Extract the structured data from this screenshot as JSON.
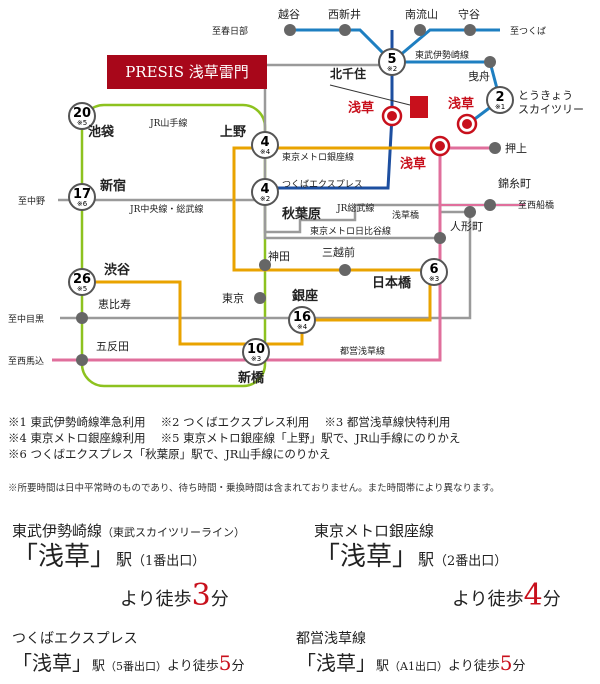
{
  "title_logo": "PRESIS 浅草雷門",
  "lines": [
    {
      "id": "yamanote",
      "label": "JR山手線",
      "color": "#8dc21f"
    },
    {
      "id": "chuo",
      "label": "JR中央線・総武線",
      "color": "#9a9a9a"
    },
    {
      "id": "ginza",
      "label": "東京メトロ銀座線",
      "color": "#e9a300"
    },
    {
      "id": "tx",
      "label": "つくばエクスプレス",
      "color": "#1d4fa0"
    },
    {
      "id": "sobu",
      "label": "JR総武線",
      "color": "#9a9a9a"
    },
    {
      "id": "hibiya",
      "label": "東京メトロ日比谷線",
      "color": "#9a9a9a"
    },
    {
      "id": "asakusa",
      "label": "都営浅草線",
      "color": "#e06f9c"
    },
    {
      "id": "isesaki",
      "label": "東武伊勢崎線",
      "color": "#1e7fc1"
    }
  ],
  "stations": {
    "koshigaya": "越谷",
    "nishiarai": "西新井",
    "minaminagareyama": "南流山",
    "moriya": "守谷",
    "kitasenju": "北千住",
    "hikifune": "曳舟",
    "skytree": "とうきょう\nスカイツリー",
    "ikebukuro": "池袋",
    "ueno": "上野",
    "asakusa": "浅草",
    "oshiage": "押上",
    "shinjuku": "新宿",
    "akihabara": "秋葉原",
    "kinshicho": "錦糸町",
    "asakusabashi": "浅草橋",
    "ningyocho": "人形町",
    "kanda": "神田",
    "mitsukoshimae": "三越前",
    "nihonbashi": "日本橋",
    "shibuya": "渋谷",
    "ebisu": "恵比寿",
    "tokyo": "東京",
    "ginza": "銀座",
    "gotanda": "五反田",
    "shimbashi": "新橋"
  },
  "directions": {
    "kasukabe": "至春日部",
    "tsukuba": "至つくば",
    "nakano": "至中野",
    "funabashi": "至西船橋",
    "nakameguro": "至中目黒",
    "nishimagome": "至西馬込"
  },
  "minutes": {
    "kitasenju": "5",
    "skytree": "2",
    "ikebukuro": "20",
    "ueno": "4",
    "shinjuku": "17",
    "akihabara": "4",
    "nihonbashi": "6",
    "shibuya": "26",
    "ginza": "16",
    "shimbashi": "10"
  },
  "marks": {
    "kitasenju": "※2",
    "skytree": "※1",
    "ikebukuro": "※5",
    "ueno": "※4",
    "shinjuku": "※6",
    "akihabara": "※2",
    "nihonbashi": "※3",
    "shibuya": "※5",
    "ginza": "※4",
    "shimbashi": "※3"
  },
  "notes": [
    "※1 東武伊勢崎線準急利用　 ※2 つくばエクスプレス利用　 ※3 都営浅草線快特利用",
    "※4 東京メトロ銀座線利用　 ※5 東京メトロ銀座線「上野」駅で、JR山手線にのりかえ",
    "※6 つくばエクスプレス「秋葉原」駅で、JR山手線にのりかえ"
  ],
  "disclaimer": "※所要時間は日中平常時のものであり、待ち時間・乗換時間は含まれておりません。また時間帯により異なります。",
  "access": [
    {
      "line": "東武伊勢崎線",
      "sub": "（東武スカイツリーライン）",
      "open": "「浅草」",
      "eki": "駅",
      "exit": "（1番出口）",
      "yori": "より徒歩",
      "min": "3",
      "fun": "分"
    },
    {
      "line": "東京メトロ銀座線",
      "sub": "",
      "open": "「浅草」",
      "eki": "駅",
      "exit": "（2番出口）",
      "yori": "より徒歩",
      "min": "4",
      "fun": "分"
    },
    {
      "line": "つくばエクスプレス",
      "sub": "",
      "open": "「浅草」",
      "eki": "駅",
      "exit": "（5番出口）",
      "yori": "より徒歩",
      "min": "5",
      "fun": "分"
    },
    {
      "line": "都営浅草線",
      "sub": "",
      "open": "「浅草」",
      "eki": "駅",
      "exit": "（A1出口）",
      "yori": "より徒歩",
      "min": "5",
      "fun": "分"
    }
  ]
}
